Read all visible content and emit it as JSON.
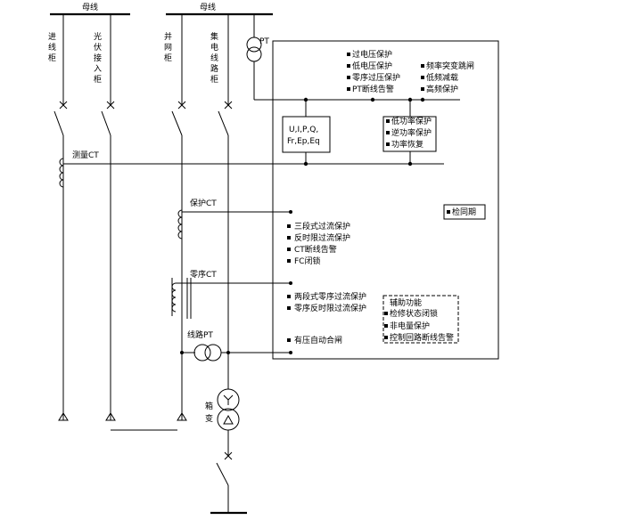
{
  "busbars": {
    "left_label": "母线",
    "right_label": "母线"
  },
  "feeders": {
    "incoming": "进线柜",
    "pv_access": "光伏接入柜",
    "grid": "并网柜",
    "collector": "集电线路柜"
  },
  "pt_label": "PT",
  "measuring_ct": "测量CT",
  "protection_ct": "保护CT",
  "zero_seq_ct": "零序CT",
  "line_pt": "线路PT",
  "box_transformer": "箱变",
  "top_protections": [
    "过电压保护",
    "低电压保护",
    "零序过压保护",
    "PT断线告警"
  ],
  "right_protections": [
    "频率突变跳闸",
    "低频减载",
    "高频保护"
  ],
  "measure_box": {
    "line1": "U,I,P,Q,",
    "line2": "Fr,Ep,Eq"
  },
  "power_box": [
    "低功率保护",
    "逆功率保护",
    "功率恢复"
  ],
  "oc_protections": [
    "三段式过流保护",
    "反时限过流保护",
    "CT断线告警",
    "FC闭锁"
  ],
  "zero_protections": [
    "两段式零序过流保护",
    "零序反时限过流保护"
  ],
  "aux_box": [
    "辅助功能",
    "检修状态闭锁",
    "非电量保护",
    "控制回路断线告警"
  ],
  "reclose": "有压自动合闸",
  "interval": "检同期"
}
